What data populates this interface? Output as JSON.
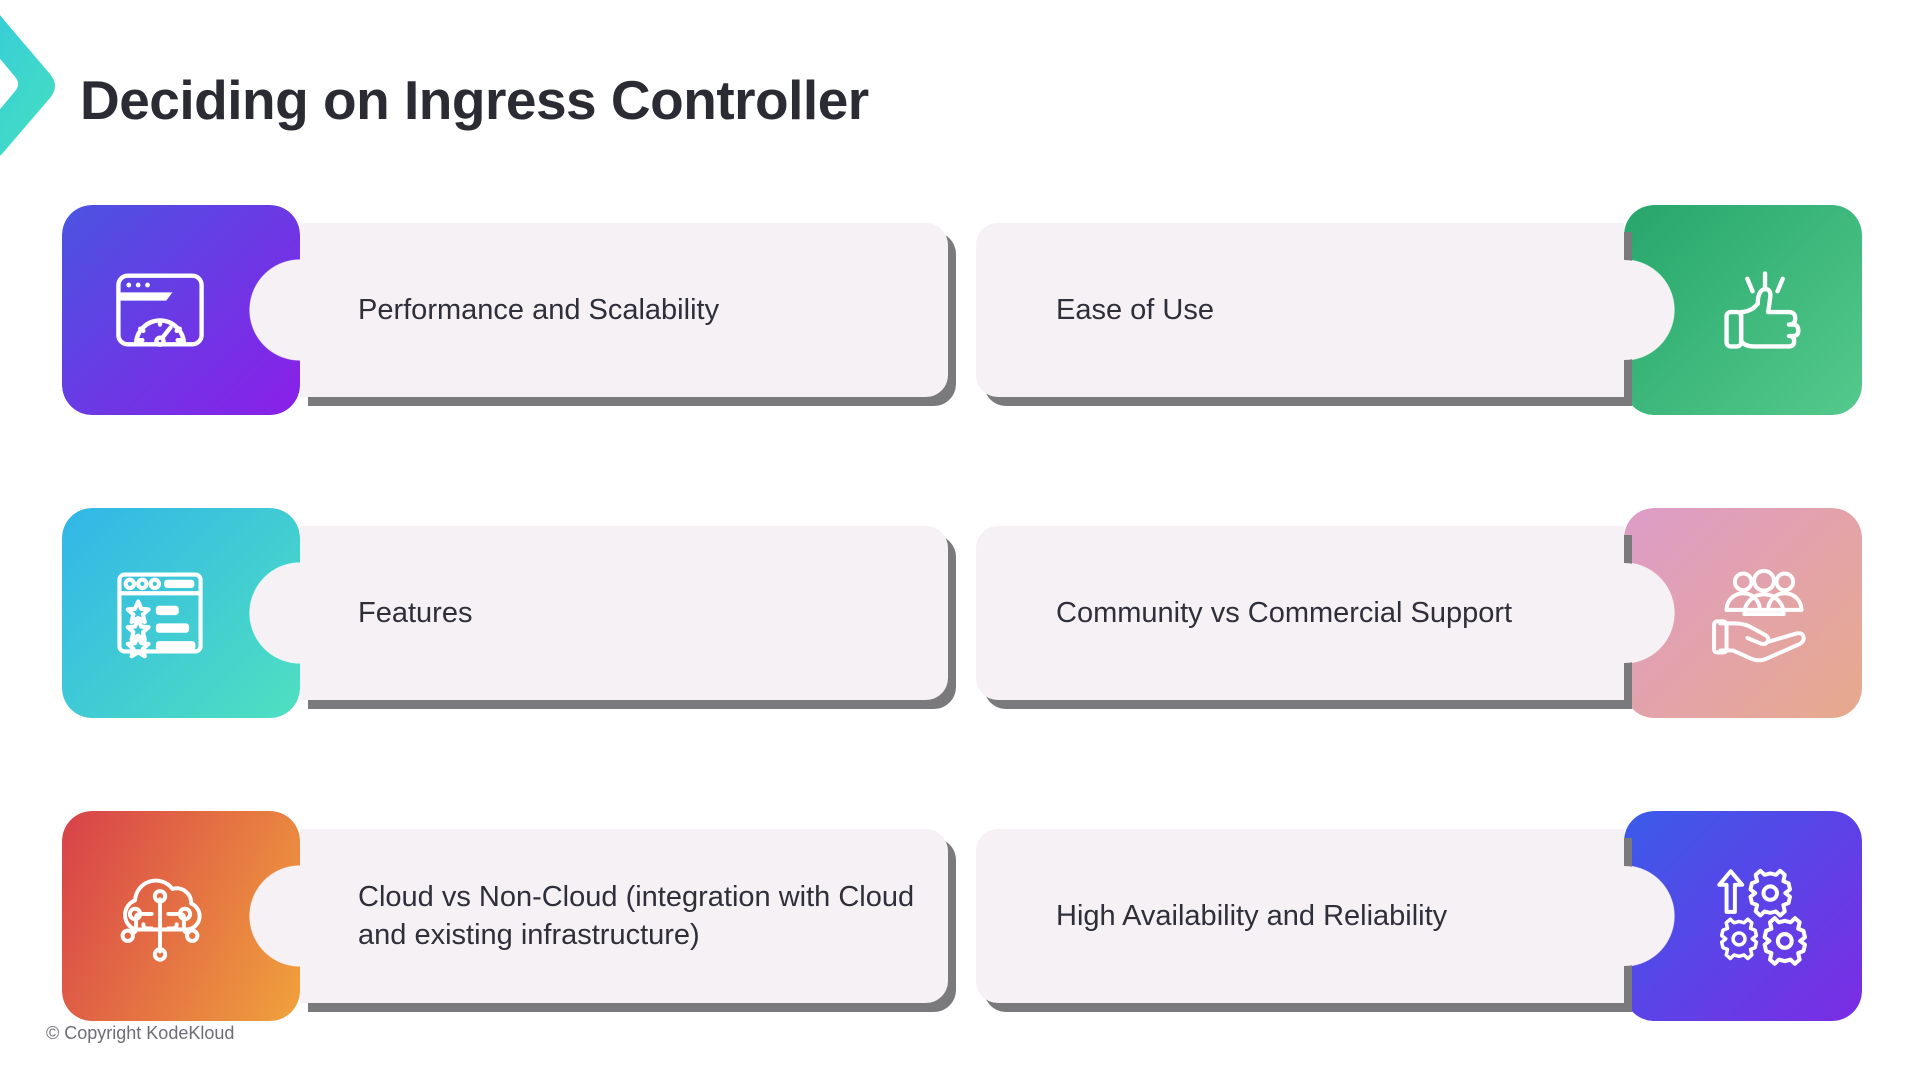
{
  "slide": {
    "title": "Deciding on Ingress Controller",
    "background_color": "#ffffff",
    "title_color": "#2b2b33",
    "panel_color": "#f5f1f5",
    "panel_shadow_color": "#7a7a7d",
    "text_color": "#2f2f3a"
  },
  "decoration": {
    "chevron_icon": "chevron-right-icon",
    "chevron_gradient_from": "#33c9dd",
    "chevron_gradient_to": "#46e0c0"
  },
  "cards": [
    {
      "id": "performance-and-scalability",
      "side": "left",
      "label": "Performance and Scalability",
      "icon": "browser-speedometer-icon",
      "gradient_from": "#4a54e1",
      "gradient_to": "#8b1fe8"
    },
    {
      "id": "ease-of-use",
      "side": "right",
      "label": "Ease of Use",
      "icon": "thumbs-up-icon",
      "gradient_from": "#26a66b",
      "gradient_to": "#55c98c"
    },
    {
      "id": "features",
      "side": "left",
      "label": "Features",
      "icon": "browser-star-list-icon",
      "gradient_from": "#31b6e8",
      "gradient_to": "#4fe0c0"
    },
    {
      "id": "community-vs-commercial-support",
      "side": "right",
      "label": "Community vs Commercial Support",
      "icon": "hand-holding-people-icon",
      "gradient_from": "#dd9cc8",
      "gradient_to": "#e8a98c"
    },
    {
      "id": "cloud-vs-non-cloud",
      "side": "left",
      "label": "Cloud vs Non-Cloud (integration with Cloud and existing infrastructure)",
      "icon": "cloud-network-icon",
      "gradient_from": "#d8414a",
      "gradient_to": "#f0a23c"
    },
    {
      "id": "high-availability-and-reliability",
      "side": "right",
      "label": "High Availability and Reliability",
      "icon": "gears-arrow-up-icon",
      "gradient_from": "#3a5bea",
      "gradient_to": "#7c2ce4"
    }
  ],
  "footer": {
    "copyright": "© Copyright KodeKloud"
  }
}
